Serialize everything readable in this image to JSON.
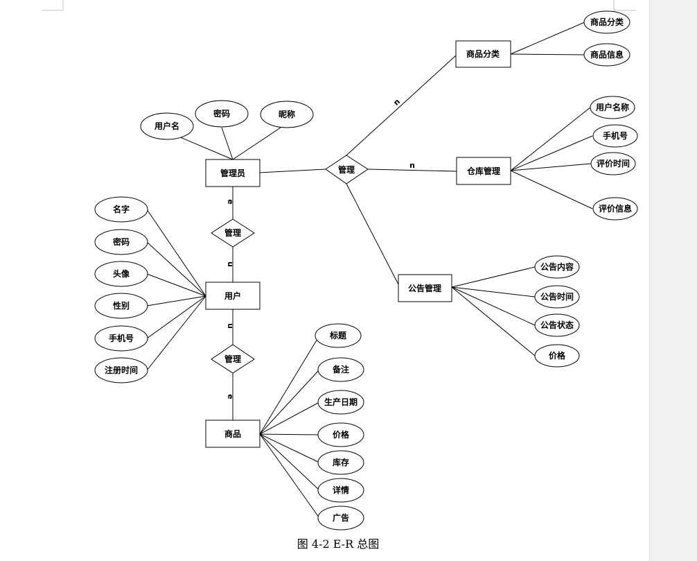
{
  "entities": {
    "admin": "管理员",
    "user": "用户",
    "product": "商品",
    "category": "商品分类",
    "warehouse": "仓库管理",
    "notice": "公告管理"
  },
  "relationships": {
    "admin_center": "管理",
    "admin_user": "管理",
    "user_product": "管理"
  },
  "admin_attributes": [
    "用户名",
    "密码",
    "昵称"
  ],
  "user_attributes": [
    "名字",
    "密码",
    "头像",
    "性别",
    "手机号",
    "注册时间"
  ],
  "product_attributes": [
    "标题",
    "备注",
    "生产日期",
    "价格",
    "库存",
    "详情",
    "广告"
  ],
  "category_attributes": [
    "商品分类",
    "商品信息"
  ],
  "warehouse_attributes": [
    "用户名称",
    "手机号",
    "评价时间",
    "评价信息"
  ],
  "notice_attributes": [
    "公告内容",
    "公告时间",
    "公告状态",
    "价格"
  ],
  "cardinalities": {
    "center_category": "n",
    "center_warehouse": "n",
    "admin_user_top": "e",
    "admin_user_bottom": "u",
    "user_product_top": "u",
    "user_product_bottom": "e"
  },
  "caption": "图 4-2 E-R 总图"
}
